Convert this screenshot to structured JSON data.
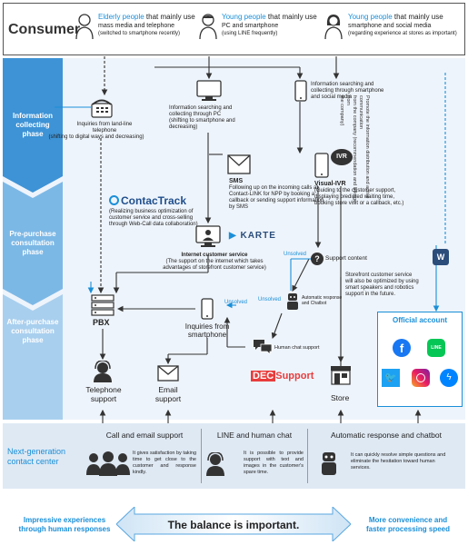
{
  "consumer": {
    "title": "Consumer",
    "personas": [
      {
        "highlight": "Elderly people",
        "rest": " that mainly use",
        "line2": "mass media and telephone",
        "line3": "(switched to smartphone recently)"
      },
      {
        "highlight": "Young people",
        "rest": " that mainly use",
        "line2": "PC and smartphone",
        "line3": "(using LINE frequently)"
      },
      {
        "highlight": "Young people",
        "rest": " that mainly use",
        "line2": "smartphone and social media",
        "line3": "(regarding experience at stores as important)"
      }
    ]
  },
  "phases": [
    {
      "label": "Information collecting phase"
    },
    {
      "label": "Pre-purchase consultation phase"
    },
    {
      "label": "After-purchase consultation phase"
    }
  ],
  "nodes": {
    "landline": {
      "l1": "Inquiries from land-line",
      "l2": "telephone",
      "l3": "(shifting to digital ways and decreasing)"
    },
    "pc_info": {
      "l1": "Information searching and",
      "l2": "collecting through PC",
      "l3": "(shifting to smartphone and decreasing)"
    },
    "sp_info": {
      "l1": "Information searching and",
      "l2": "collecting through smartphone",
      "l3": "and social media"
    },
    "sms": {
      "title": "SMS",
      "l1": "Following up on the incoming calls at",
      "l2": "Contact-LINK for NPP by booking a",
      "l3": "callback or sending support information",
      "l4": "by SMS"
    },
    "vivr": {
      "title": "Visual-IVR",
      "l1": "(Guiding to the customer support,",
      "l2": "displaying predicted waiting time,",
      "l3": "booking store visit or a callback, etc.)",
      "badge": "IVR"
    },
    "contactrack": {
      "logo": "ContacTrack",
      "l1": "(Realizing business optimization of",
      "l2": "customer service and cross-selling",
      "l3": "through Web-Call data collaboration)"
    },
    "karte": {
      "logo": "KARTE"
    },
    "internet_cs": {
      "l1": "Internet customer service",
      "l2": "(The support on the internet which takes",
      "l3": "advantages of storefront customer service)"
    },
    "support_content": {
      "label": "Support content",
      "unsolved": "Unsolved"
    },
    "store_cs": {
      "l1": "Storefront customer service",
      "l2": "will also be optimized by using",
      "l3": "smart speakers and robotics",
      "l4": "support in the future."
    },
    "auto_resp": {
      "l1": "Automatic response",
      "l2": "and Chatbot",
      "unsolved": "Unsolved"
    },
    "human_chat": {
      "label": "Human chat support",
      "unsolved": "Unsolved"
    },
    "smartphone": {
      "l1": "Inquiries from",
      "l2": "smartphone"
    },
    "pbx": {
      "label": "PBX"
    },
    "tel_support": {
      "l1": "Telephone",
      "l2": "support"
    },
    "email_support": {
      "l1": "Email",
      "l2": "support"
    },
    "dec_support": {
      "logo_a": "DEC",
      "logo_b": "Support"
    },
    "store": {
      "label": "Store"
    },
    "official": {
      "title": "Official account"
    },
    "vertical_note": {
      "l1": "Promote the information distribution and active communication",
      "l2": "from the company (recommendation and linkage from",
      "l3": "the company)"
    }
  },
  "next_gen": {
    "label_l1": "Next-generation",
    "label_l2": "contact center",
    "cols": [
      {
        "title": "Call and email support",
        "desc": "It gives satisfaction by taking time to get close to the customer and response kindly."
      },
      {
        "title": "LINE and human chat",
        "desc": "It is possible to provide support with text and images in the customer's spare time."
      },
      {
        "title": "Automatic response and chatbot",
        "desc": "It can quickly resolve simple questions and eliminate the hesitation toward human services."
      }
    ]
  },
  "bottom": {
    "left_l1": "Impressive experiences",
    "left_l2": "through human responses",
    "center": "The balance is important.",
    "right_l1": "More convenience and",
    "right_l2": "faster processing speed"
  },
  "colors": {
    "accent": "#1a8fd8",
    "phase": "#4a9fd8",
    "dec_red": "#e83c3c"
  }
}
